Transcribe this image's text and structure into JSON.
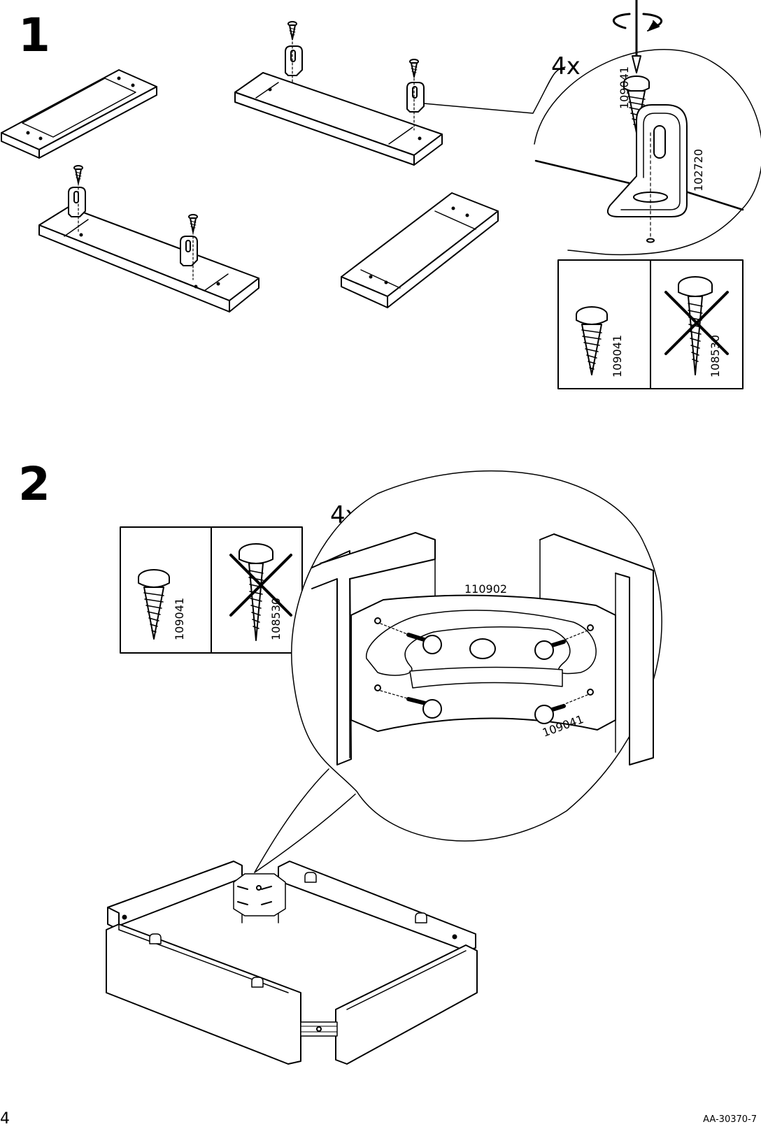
{
  "step1": {
    "number": "1",
    "quantity": "4x",
    "screw_code": "109041",
    "bracket_code": "102720",
    "correct_screw_code": "109041",
    "wrong_screw_code": "108530"
  },
  "step2": {
    "number": "2",
    "quantity": "4x",
    "connector_code": "110902",
    "screw_code": "109041",
    "correct_screw_code": "109041",
    "wrong_screw_code": "108530"
  },
  "footer": {
    "page_number": "4",
    "document_code": "AA-30370-7"
  }
}
